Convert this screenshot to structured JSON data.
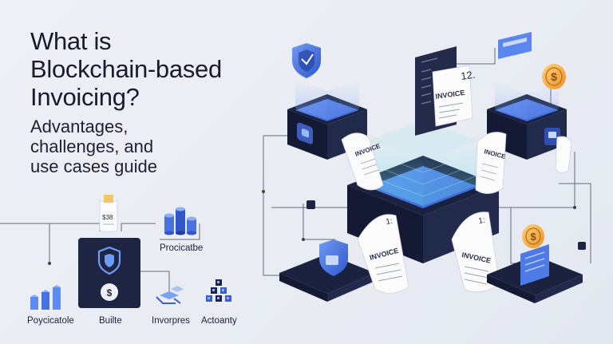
{
  "headline": {
    "line1": "What is",
    "line2": "Blockchain-based",
    "line3": "Invoicing?"
  },
  "subheadline": {
    "line1": "Advantages,",
    "line2": "challenges, and",
    "line3": "use cases guide"
  },
  "labels": {
    "procicatbe": "Procicatbe",
    "poycicatole": "Poycicatole",
    "builte": "Builte",
    "invorpres": "Invorpres",
    "actoanty": "Actoanty"
  },
  "invoices": {
    "top_doc_number": "12.",
    "top_doc_label": "INVOICE",
    "left_roll_label": "INVOICE",
    "right_roll_label": "INOICE",
    "bottom_left_label": "INVOICE",
    "bottom_right_label": "INVOICE"
  },
  "small_receipt_value": "$38",
  "dollar_symbol": "$",
  "colors": {
    "navy": "#1e2542",
    "accent_blue": "#4a7cf0",
    "gold": "#f2a93b",
    "background": "#eceff5"
  }
}
